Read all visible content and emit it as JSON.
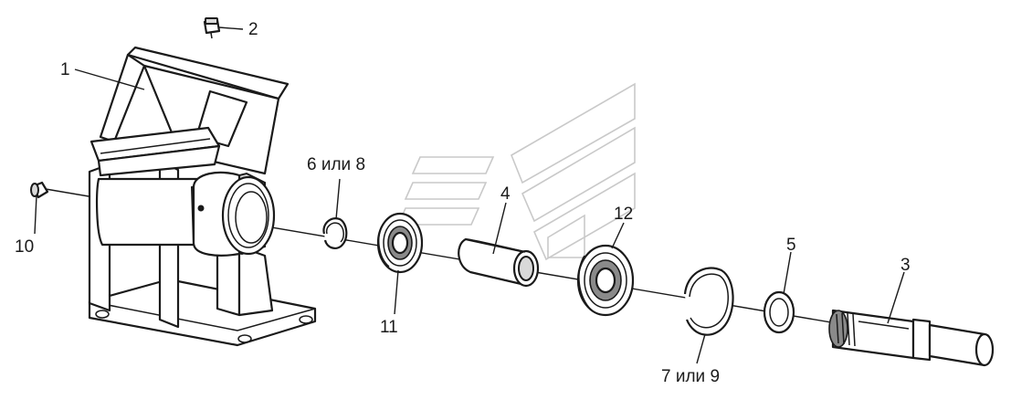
{
  "callouts": {
    "c1": "1",
    "c2": "2",
    "c3": "3",
    "c4": "4",
    "c5": "5",
    "c6": "6 или 8",
    "c7": "7 или 9",
    "c10": "10",
    "c11": "11",
    "c12": "12"
  }
}
